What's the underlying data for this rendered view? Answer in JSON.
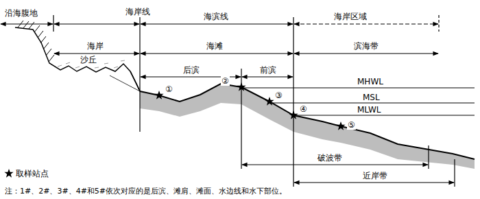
{
  "diagram": {
    "labels": [
      "沿海腹地",
      "海岸线",
      "海滨线",
      "海岸区域",
      "海岸",
      "沙丘",
      "海滩",
      "滨海带",
      "后滨",
      "前滨",
      "MHWL",
      "MSL",
      "MLWL",
      "①",
      "②",
      "③",
      "④",
      "⑤",
      "破波带",
      "近岸带",
      "注：1#、2#、3#、4#和5#依次对应的是后滨、滩肩、滩面、水边线和水下部位。"
    ],
    "legend": [
      {
        "text": "取样站点"
      }
    ]
  }
}
